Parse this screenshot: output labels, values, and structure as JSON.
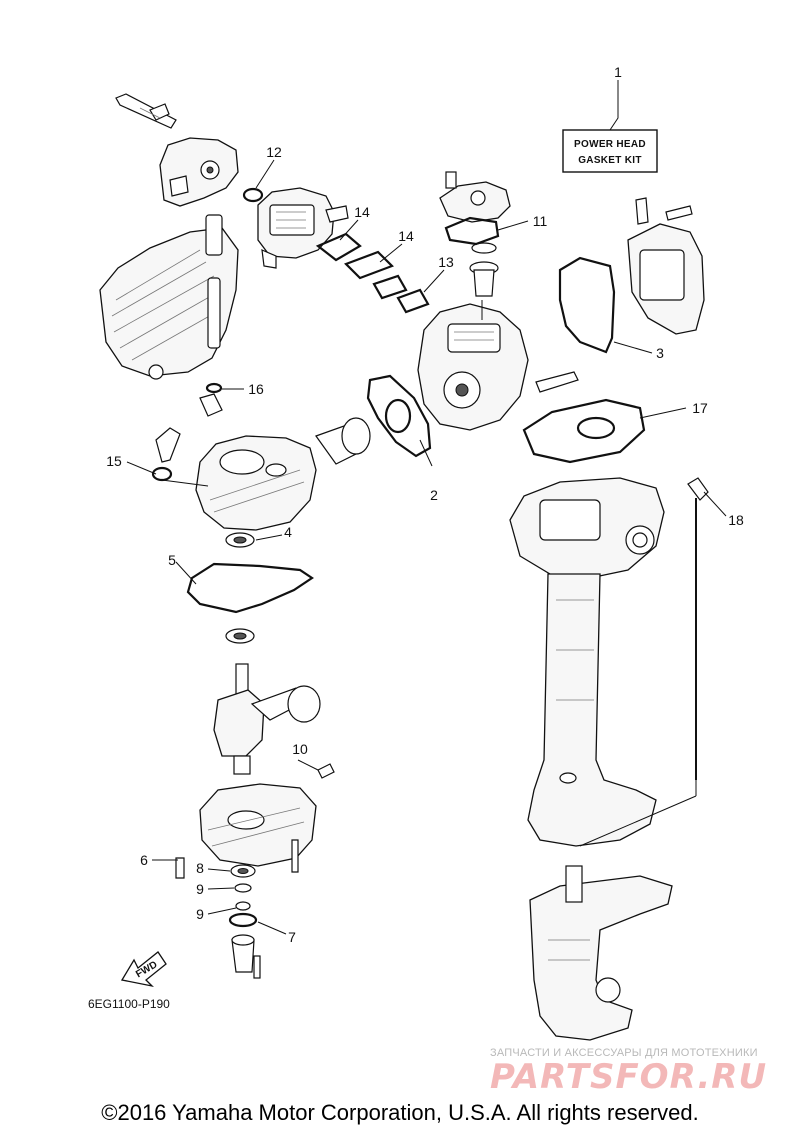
{
  "kit_box": {
    "line1": "POWER HEAD",
    "line2": "GASKET KIT"
  },
  "callouts": [
    {
      "id": "1",
      "label": "1"
    },
    {
      "id": "2",
      "label": "2"
    },
    {
      "id": "3",
      "label": "3"
    },
    {
      "id": "4",
      "label": "4"
    },
    {
      "id": "5",
      "label": "5"
    },
    {
      "id": "6",
      "label": "6"
    },
    {
      "id": "7",
      "label": "7"
    },
    {
      "id": "8",
      "label": "8"
    },
    {
      "id": "9a",
      "label": "9"
    },
    {
      "id": "9b",
      "label": "9"
    },
    {
      "id": "10",
      "label": "10"
    },
    {
      "id": "11",
      "label": "11"
    },
    {
      "id": "12",
      "label": "12"
    },
    {
      "id": "13",
      "label": "13"
    },
    {
      "id": "14a",
      "label": "14"
    },
    {
      "id": "14b",
      "label": "14"
    },
    {
      "id": "15",
      "label": "15"
    },
    {
      "id": "16",
      "label": "16"
    },
    {
      "id": "17",
      "label": "17"
    },
    {
      "id": "18",
      "label": "18"
    }
  ],
  "direction_arrow": {
    "label": "FWD"
  },
  "diagram_code": "6EG1100-P190",
  "watermark": {
    "caption": "ЗАПЧАСТИ И АКСЕССУАРЫ ДЛЯ МОТОТЕХНИКИ",
    "logo": "PARTSFOR.RU"
  },
  "copyright": "©2016 Yamaha Motor Corporation, U.S.A. All rights reserved."
}
